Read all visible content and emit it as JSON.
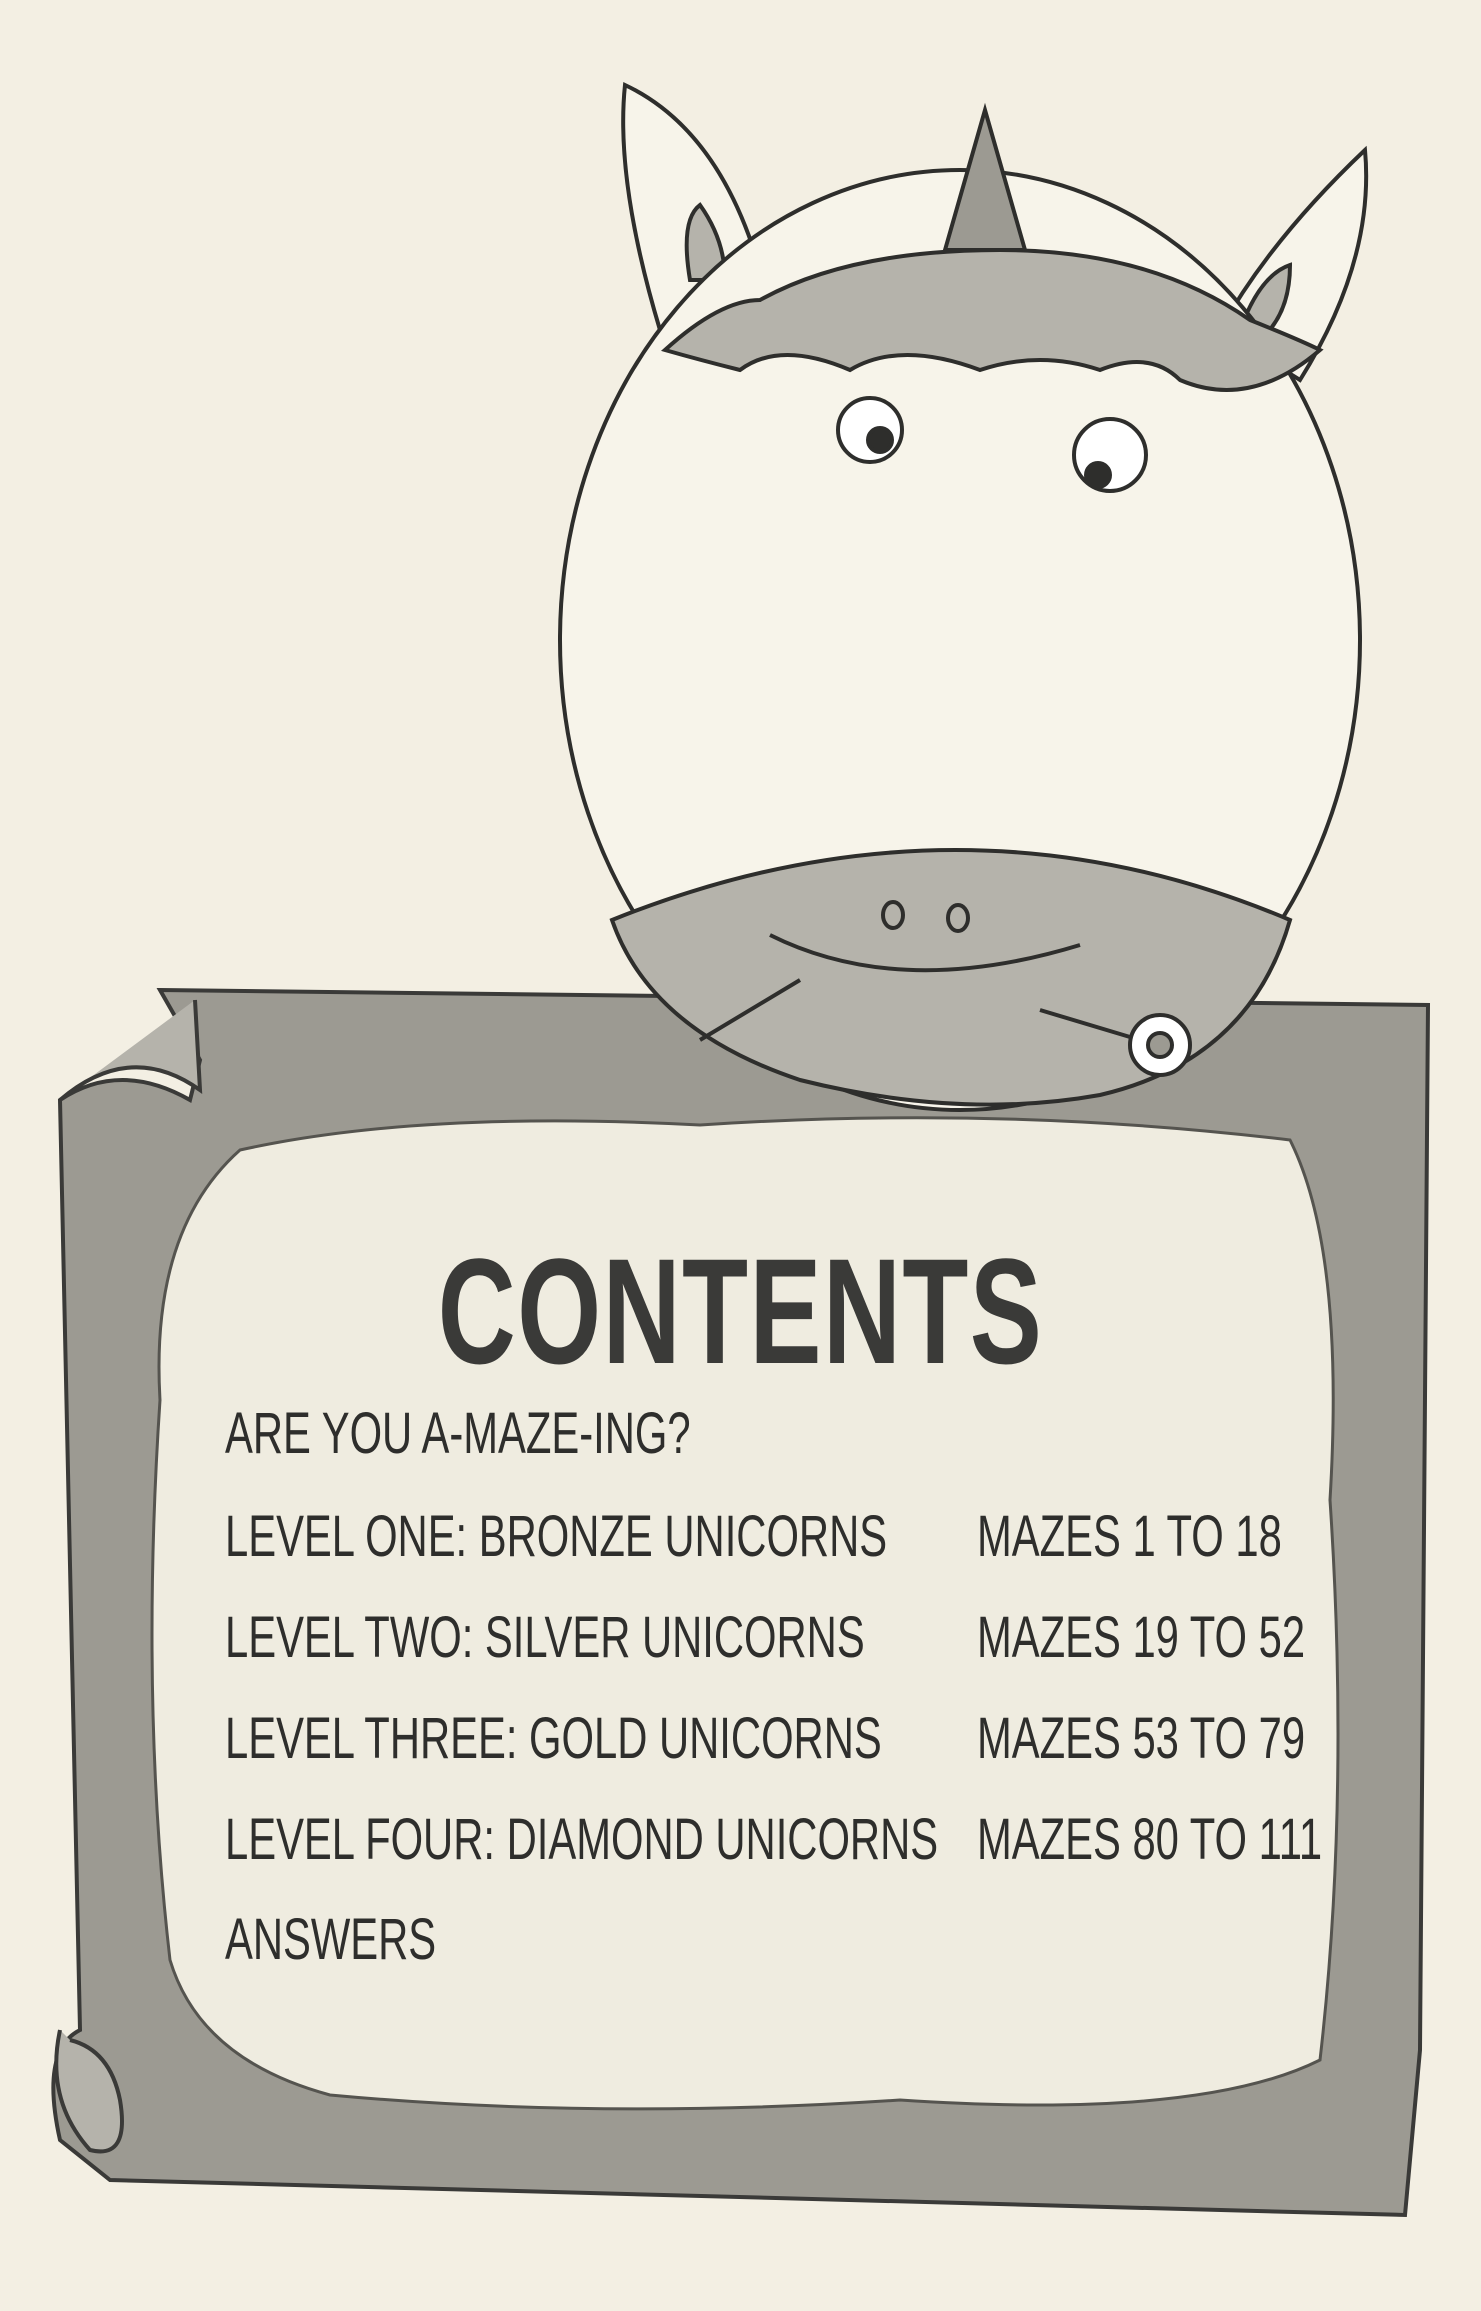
{
  "page": {
    "title": "CONTENTS",
    "entries": [
      {
        "label": "ARE YOU A-MAZE-ING?",
        "range": ""
      },
      {
        "label": "LEVEL ONE: BRONZE UNICORNS",
        "range": "MAZES 1 TO 18"
      },
      {
        "label": "LEVEL TWO: SILVER UNICORNS",
        "range": "MAZES 19 TO 52"
      },
      {
        "label": "LEVEL THREE: GOLD UNICORNS",
        "range": "MAZES 53 TO 79"
      },
      {
        "label": "LEVEL FOUR: DIAMOND UNICORNS",
        "range": "MAZES 80 TO 111"
      },
      {
        "label": "ANSWERS",
        "range": ""
      }
    ]
  },
  "colors": {
    "paper": "#f3efe3",
    "scroll": "#9c9a92",
    "ink": "#2e2e2c"
  }
}
